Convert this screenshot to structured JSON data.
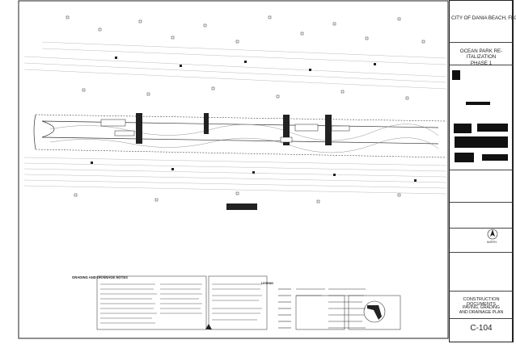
{
  "client": {
    "name": "CITY OF DANIA BEACH, FLORIDA"
  },
  "project": {
    "name_line1": "OCEAN PARK RE-ITALIZATION",
    "name_line2": "PHASE 1"
  },
  "sheet": {
    "status": "CONSTRUCTION DOCUMENTS",
    "title_line1": "PAVING, GRADING",
    "title_line2": "AND DRAINAGE PLAN",
    "number": "C-104"
  },
  "north": {
    "label": "NORTH"
  },
  "notes": {
    "title": "GRADING AND DRAINAGE NOTES"
  },
  "legend": {
    "title": "LEGEND"
  },
  "colors": {
    "linework": "#222222",
    "light_linework": "#999999",
    "logo_black": "#111111"
  }
}
